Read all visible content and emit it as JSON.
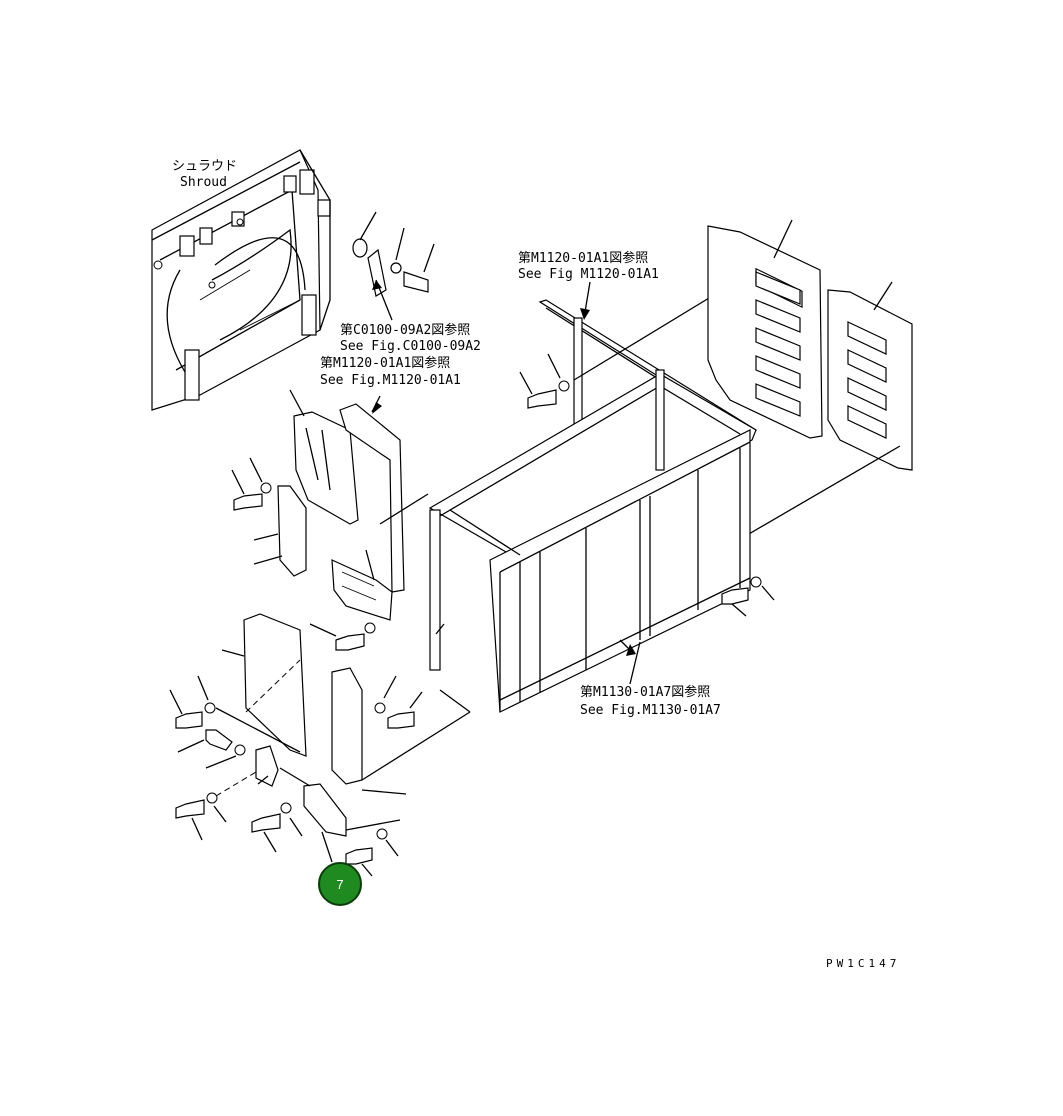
{
  "labels": {
    "shroud_jp": "シュラウド",
    "shroud_en": "Shroud",
    "ref1_jp": "第M1120-01A1図参照",
    "ref1_en": "See Fig M1120-01A1",
    "ref2_jp": "第C0100-09A2図参照",
    "ref2_en": "See Fig.C0100-09A2",
    "ref3_jp": "第M1120-01A1図参照",
    "ref3_en": "See Fig.M1120-01A1",
    "ref4_jp": "第M1130-01A7図参照",
    "ref4_en": "See Fig.M1130-01A7",
    "drawing_code": "PW1C147"
  },
  "callout": {
    "number": "7",
    "color": "#1f8a1f"
  }
}
